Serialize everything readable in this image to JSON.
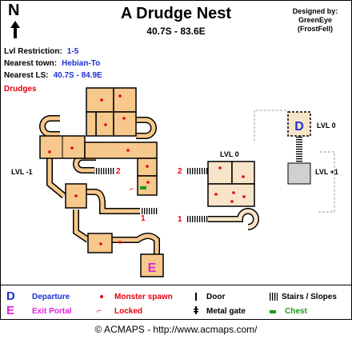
{
  "compass": {
    "letter": "N"
  },
  "header": {
    "title": "A Drudge Nest",
    "coords": "40.7S - 83.6E",
    "designed_by_label": "Designed by:",
    "designer": "GreenEye",
    "designer_alias": "(FrostFell)"
  },
  "info": {
    "lvl_label": "Lvl Restriction:",
    "lvl_value": "1-5",
    "town_label": "Nearest town:",
    "town_value": "Hebian-To",
    "ls_label": "Nearest LS:",
    "ls_value": "40.7S - 84.9E",
    "monsters": "Drudges"
  },
  "map": {
    "level_minus1": "LVL -1",
    "level_0_mid": "LVL 0",
    "level_0_right": "LVL 0",
    "level_plus1": "LVL +1",
    "link_2": "2",
    "link_1": "1",
    "departure_marker": "D",
    "exit_marker": "E"
  },
  "legend": {
    "departure_sym": "D",
    "departure": "Departure",
    "exit_sym": "E",
    "exit": "Exit Portal",
    "spawn": "Monster spawn",
    "locked": "Locked",
    "door": "Door",
    "gate": "Metal gate",
    "stairs": "Stairs / Slopes",
    "chest": "Chest"
  },
  "colors": {
    "room_main": "#f7c88c",
    "room_light": "#f8e4c8",
    "room_grey": "#d0d0d0",
    "spawn": "#e8000c",
    "label_blue": "#1f2fd6",
    "exit_magenta": "#e020e0",
    "chest": "#1b9b1b"
  },
  "footer": {
    "text": "© ACMAPS - http://www.acmaps.com/"
  }
}
